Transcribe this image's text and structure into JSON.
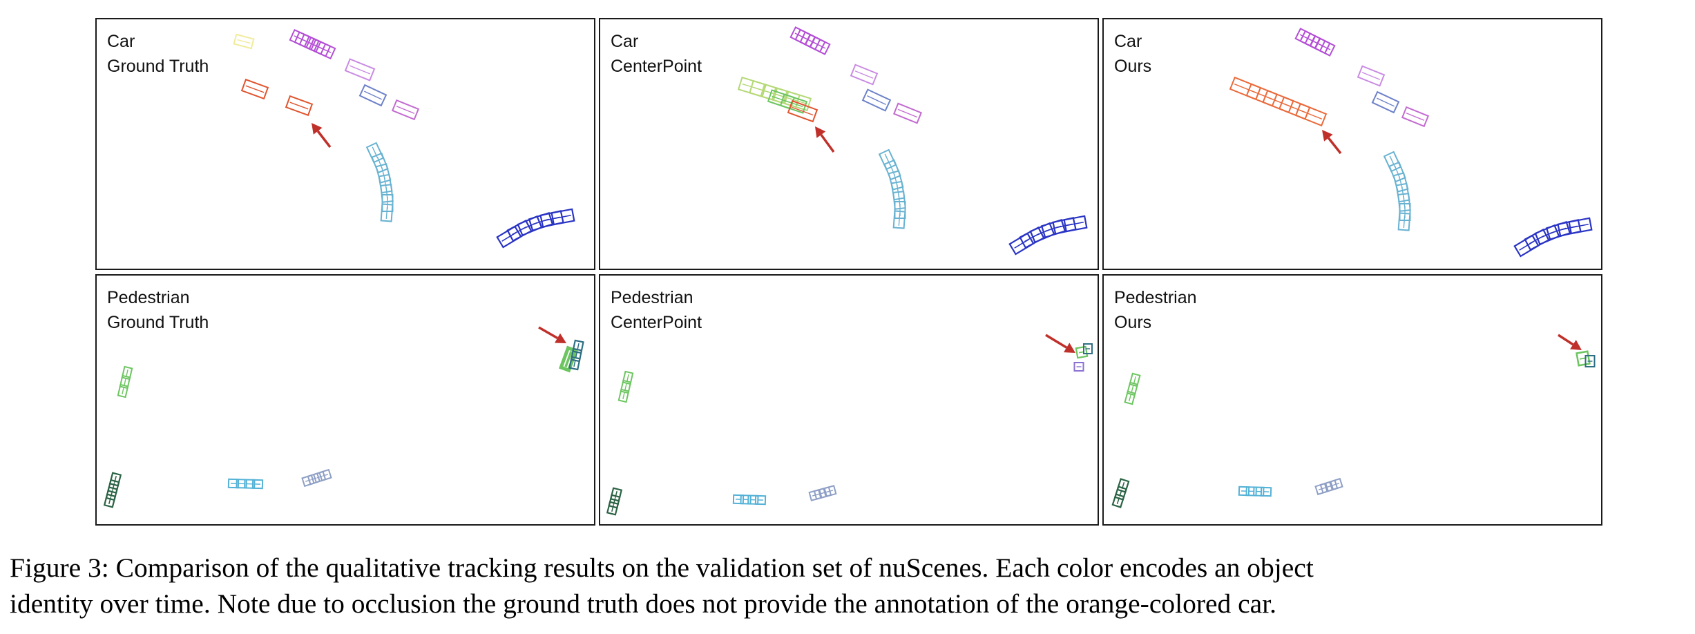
{
  "panels": [
    {
      "category": "Car",
      "method": "Ground Truth"
    },
    {
      "category": "Car",
      "method": "CenterPoint"
    },
    {
      "category": "Car",
      "method": "Ours"
    },
    {
      "category": "Pedestrian",
      "method": "Ground Truth"
    },
    {
      "category": "Pedestrian",
      "method": "CenterPoint"
    },
    {
      "category": "Pedestrian",
      "method": "Ours"
    }
  ],
  "caption": {
    "line1": "Figure 3: Comparison of the qualitative tracking results on the validation set of nuScenes. Each color encodes an object",
    "line2": "identity over time. Note due to occlusion the ground truth does not provide the annotation of the orange-colored car."
  },
  "colors": {
    "arrow": "#c0302a",
    "yellow": "#f0ec9c",
    "magenta": "#b44fd6",
    "lavender": "#c98ae3",
    "orange": "#ea6a3a",
    "orange_red": "#e0542e",
    "light_green": "#b5d977",
    "green": "#6cc560",
    "steel_blue": "#6d81c9",
    "orchid": "#c26bd0",
    "light_blue": "#68b2d1",
    "dark_blue": "#2a34c4",
    "dark_green": "#2b6344",
    "teal": "#2e6f84",
    "cyan": "#54b2d6",
    "slate": "#8e9fc6",
    "purple": "#8c6fd4"
  }
}
